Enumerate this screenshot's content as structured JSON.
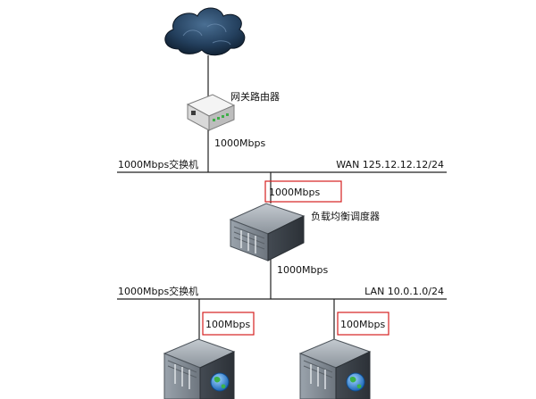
{
  "nodes": {
    "gateway_router": {
      "label": "网关路由器"
    },
    "load_balancer": {
      "label": "负载均衡调度器"
    }
  },
  "links": {
    "router_uplink": "1000Mbps",
    "lb_uplink": "1000Mbps",
    "lb_downlink": "1000Mbps",
    "server1_link": "100Mbps",
    "server2_link": "100Mbps"
  },
  "segments": {
    "wan": {
      "switch_label": "1000Mbps交换机",
      "network_label": "WAN 125.12.12.12/24"
    },
    "lan": {
      "switch_label": "1000Mbps交换机",
      "network_label": "LAN 10.0.1.0/24"
    }
  },
  "colors": {
    "line": "#222222",
    "highlight_box": "#d62020",
    "cloud": "#1f3550",
    "server": "#5f6872"
  },
  "icons": [
    "cloud-icon",
    "router-icon",
    "server-icon",
    "globe-icon"
  ]
}
